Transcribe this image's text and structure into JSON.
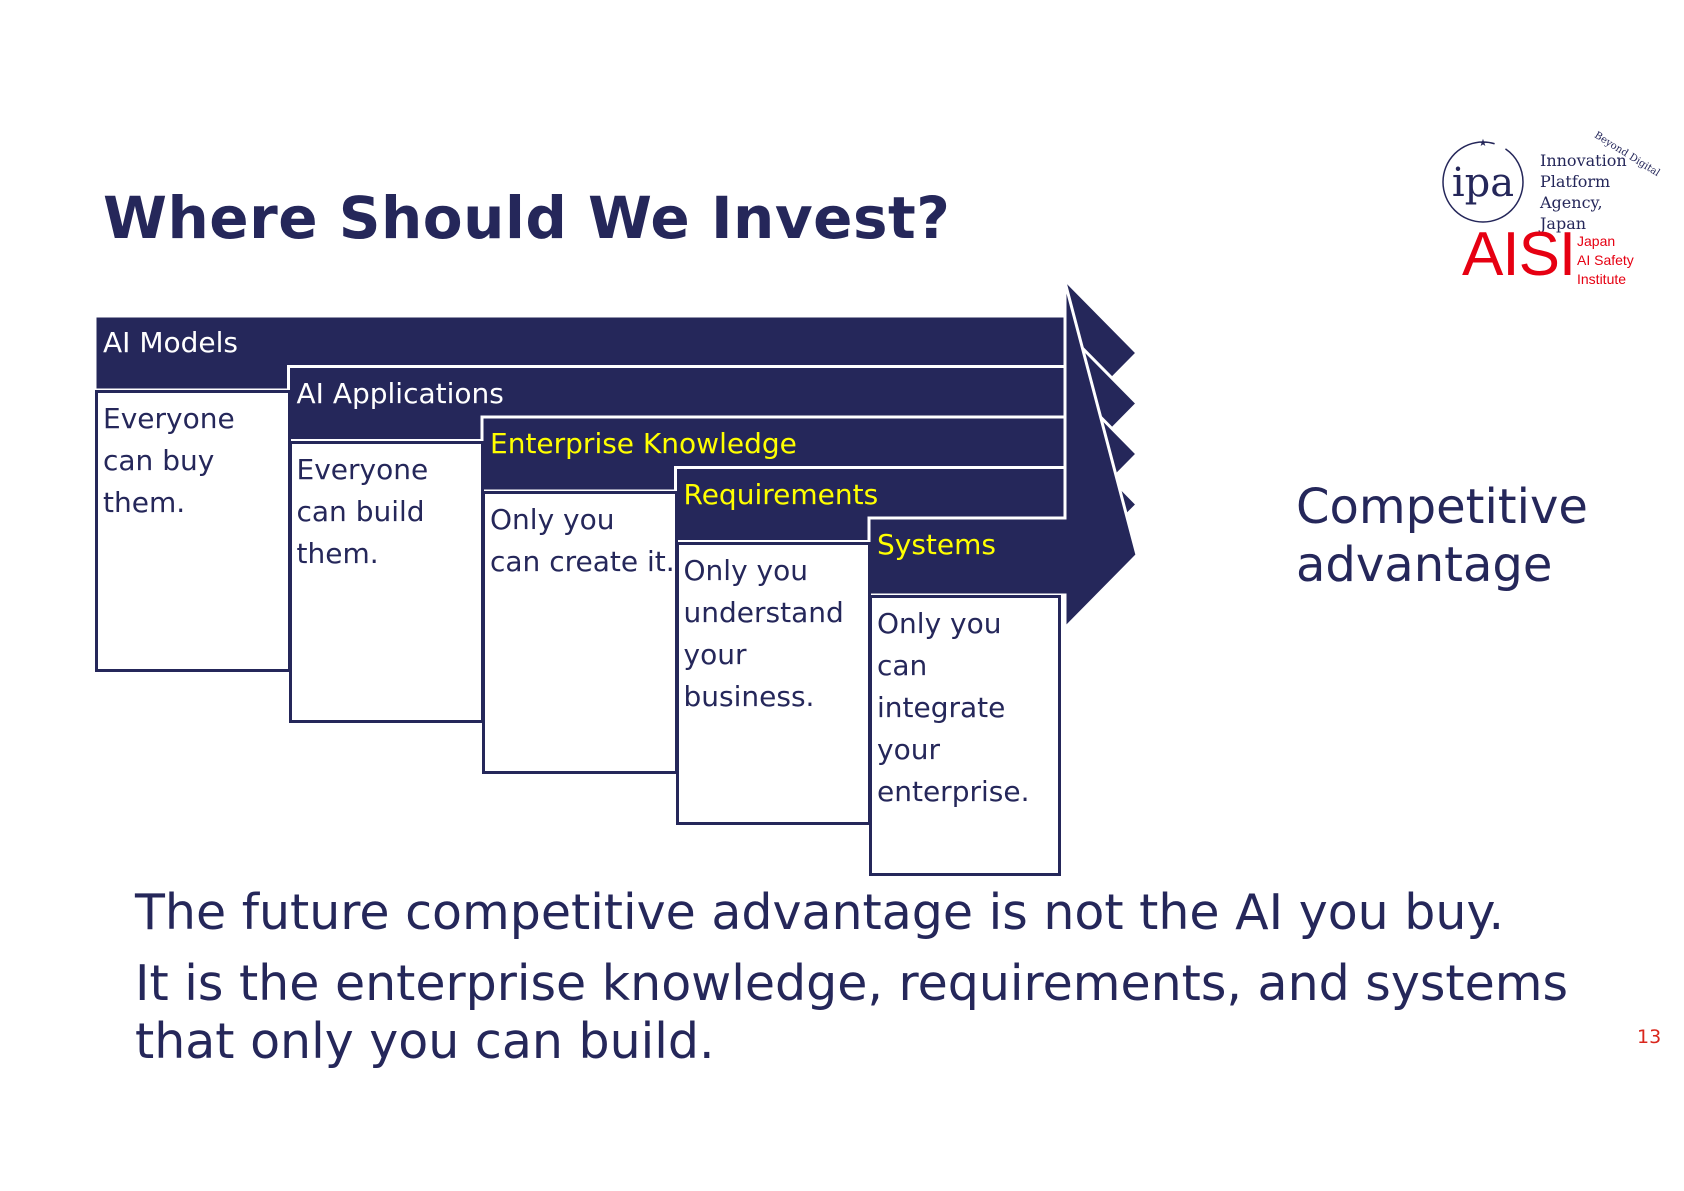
{
  "title": "Where Should We Invest?",
  "logo": {
    "ipa_mark": "ipa",
    "ipa_lines": [
      "Innovation",
      "Platform",
      "Agency, Japan"
    ],
    "tagline": "Beyond Digital",
    "aisi": "AISI",
    "aisi_lines": [
      "Japan",
      "AI Safety",
      "Institute"
    ]
  },
  "colors": {
    "navy": "#25275a",
    "highlight": "#ffff00",
    "white": "#ffffff",
    "red": "#e60012"
  },
  "layers": [
    {
      "label": "AI Models",
      "label_color": "white",
      "body": [
        "Everyone",
        "can buy",
        "them."
      ]
    },
    {
      "label": "AI Applications",
      "label_color": "white",
      "body": [
        "Everyone",
        "can build",
        "them."
      ]
    },
    {
      "label": "Enterprise Knowledge",
      "label_color": "highlight",
      "body": [
        "Only you",
        "can create it."
      ]
    },
    {
      "label": "Requirements",
      "label_color": "highlight",
      "body": [
        "Only you",
        "understand",
        "your",
        "business."
      ]
    },
    {
      "label": "Systems",
      "label_color": "highlight",
      "body": [
        "Only you",
        "can",
        "integrate",
        "your",
        "enterprise."
      ]
    }
  ],
  "advantage": [
    "Competitive",
    "advantage"
  ],
  "bottom_lines": [
    "The future competitive advantage is not the AI you buy.",
    "It is the enterprise knowledge, requirements, and systems",
    "that only you can build."
  ],
  "page_number": "13"
}
